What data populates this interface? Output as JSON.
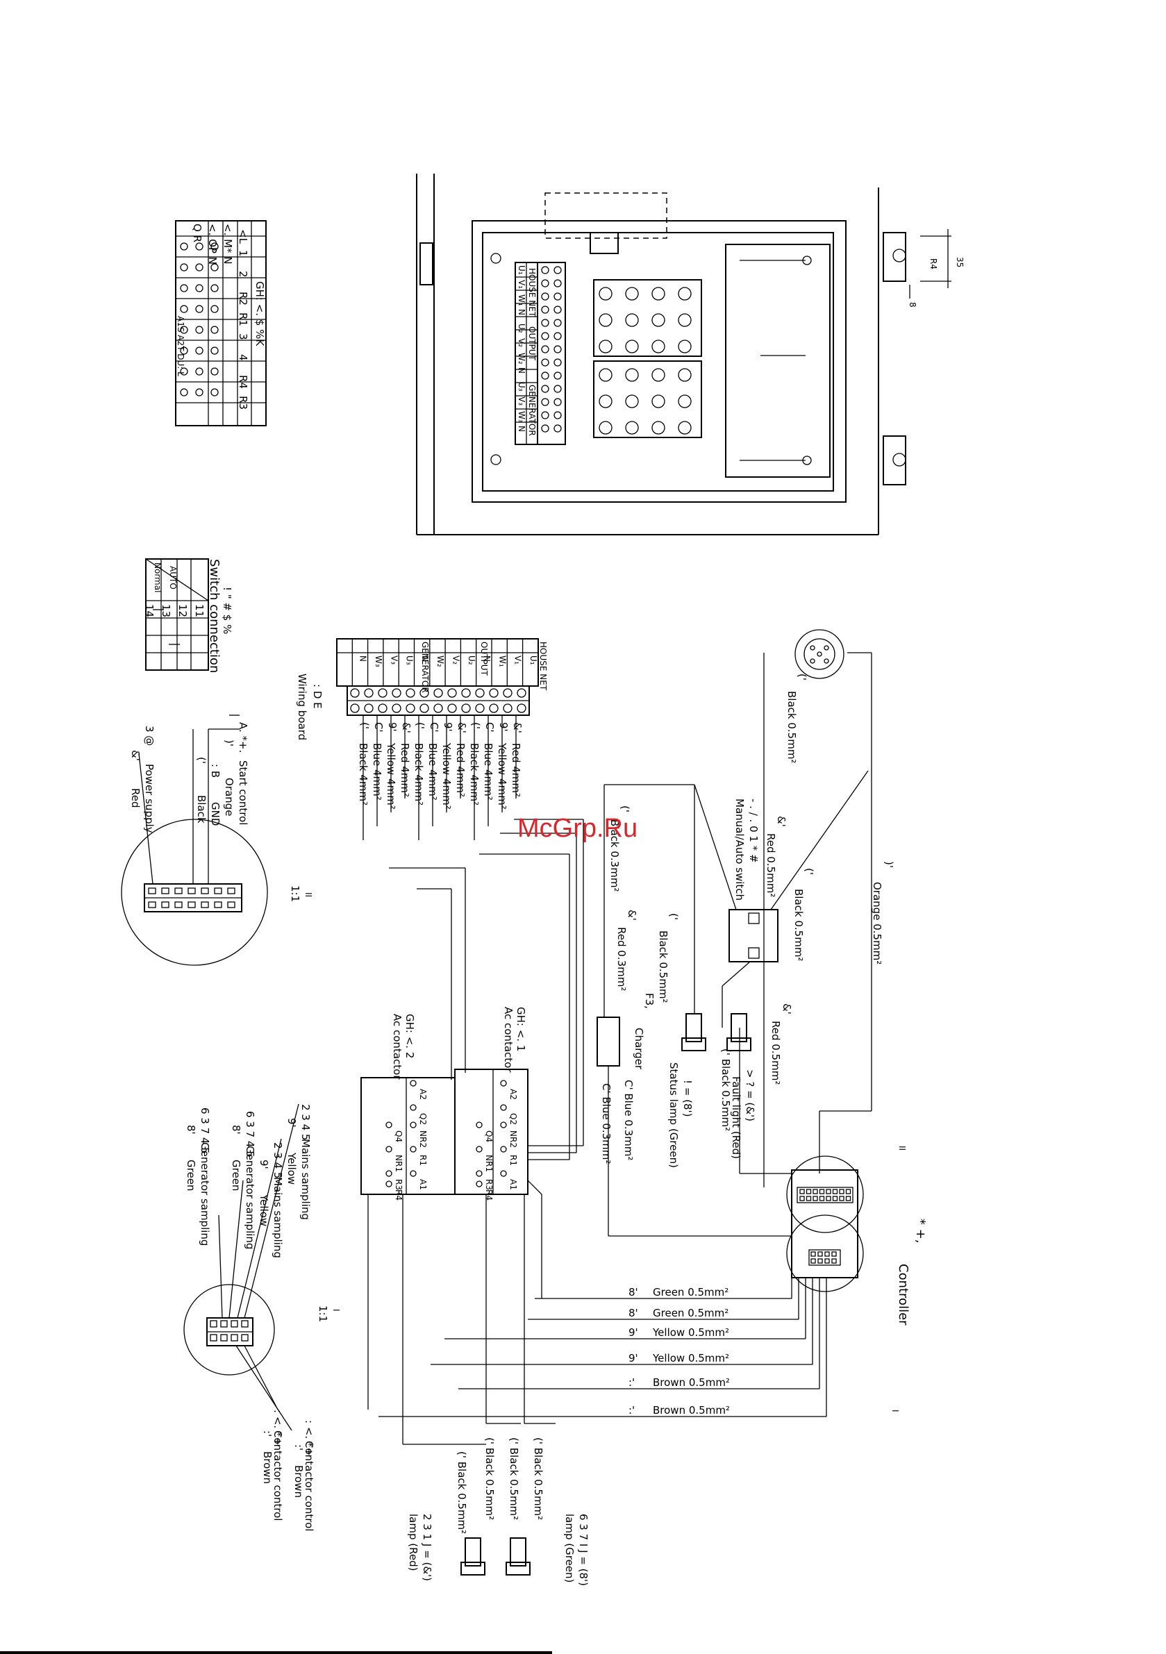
{
  "watermark": {
    "text": "McGrp.Ru",
    "color": "#d9262c"
  },
  "dimensions": {
    "d35": "35",
    "r4": "R4",
    "d8": "8"
  },
  "panel": {
    "terminal_groups": [
      "HOUSE NET",
      "OUTPUT",
      "GENERATOR"
    ],
    "terminal_labels": [
      "U₁",
      "V₁",
      "W₁",
      "N",
      "U₂",
      "V₂",
      "W₂",
      "N",
      "U₃",
      "V₃",
      "W₃",
      "N"
    ]
  },
  "switch_table": {
    "title": "GH: <. $ %K",
    "header": [
      "<L",
      "1",
      "2",
      "R2",
      "R1",
      "3",
      "4",
      "R4",
      "R3"
    ],
    "rows": [
      "<. M* N",
      "<. OP N",
      "Q R"
    ],
    "footer": "A1S A2T DU: L"
  },
  "switch_conn": {
    "title": "! \" # $ %",
    "subtitle": "Switch connection",
    "cols": [
      "11",
      "12",
      "13",
      "14"
    ],
    "rows": [
      "AUTO",
      "Normal"
    ]
  },
  "wiring_board": {
    "code": ": D E",
    "label": "Wiring board"
  },
  "wires_left": [
    {
      "code": "&'",
      "text": "Red 4mm²"
    },
    {
      "code": "9'",
      "text": "Yellow 4mm²"
    },
    {
      "code": "C'",
      "text": "Blue 4mm²"
    },
    {
      "code": "('",
      "text": "Black 4mm²"
    },
    {
      "code": "&'",
      "text": "Red 4mm²"
    },
    {
      "code": "9'",
      "text": "Yellow 4mm²"
    },
    {
      "code": "C'",
      "text": "Blue 4mm²"
    },
    {
      "code": "('",
      "text": "Black 4mm²"
    },
    {
      "code": "&'",
      "text": "Red 4mm²"
    },
    {
      "code": "9'",
      "text": "Yellow 4mm²"
    },
    {
      "code": "C'",
      "text": "Blue 4mm²"
    },
    {
      "code": "('",
      "text": "Black 4mm²"
    }
  ],
  "plug1": {
    "labels": [
      {
        "code": "A. *+.",
        "text": "Start control"
      },
      {
        "code": ")'",
        "text": "Orange"
      },
      {
        "code": ": B",
        "text": "GND"
      },
      {
        "code": "('",
        "text": "Black"
      },
      {
        "code": "3 @",
        "text": "Power supply"
      },
      {
        "code": "&'",
        "text": "Red"
      }
    ],
    "scale": "1:1"
  },
  "misc_wires": [
    {
      "code": "('",
      "text": "Black 0.5mm²"
    },
    {
      "code": "- . / . 0 1 * #",
      "text": "Manual/Auto switch"
    },
    {
      "code": "('",
      "text": "Black 0.3mm²"
    },
    {
      "code": "&'",
      "text": "Red 0.5mm²"
    },
    {
      "code": "('",
      "text": "Black 0.5mm²"
    },
    {
      "code": ")'",
      "text": "Orange 0.5mm²"
    },
    {
      "code": "&'",
      "text": "Red 0.3mm²"
    },
    {
      "code": "('",
      "text": "Black 0.5mm²"
    },
    {
      "code": "&'",
      "text": "Red 0.5mm²"
    }
  ],
  "charger": {
    "code": "F3,",
    "text": "Charger",
    "blue1": "C' Blue 0.3mm²",
    "blue2": "C' Blue 0.3mm²"
  },
  "status_lamp": {
    "code": "! = (8')",
    "text": "Status lamp (Green)"
  },
  "fault_light": {
    "code": "> ? = (&')",
    "text": "Fault light (Red)",
    "wire": "(' Black 0.5mm²"
  },
  "contactors": [
    {
      "code": "GH: <. 1",
      "text": "Ac contactor"
    },
    {
      "code": "GH: <. 2",
      "text": "Ac contactor"
    }
  ],
  "contactor_pins": [
    "A2",
    "Q2",
    "NR2",
    "Q4",
    "NR1",
    "R1",
    "A1",
    "R3",
    "R4"
  ],
  "controller": {
    "code": "* +,",
    "text": "Controller"
  },
  "right_wires": [
    {
      "code": "8'",
      "text": "Green 0.5mm²"
    },
    {
      "code": "8'",
      "text": "Green 0.5mm²"
    },
    {
      "code": "9'",
      "text": "Yellow 0.5mm²"
    },
    {
      "code": "9'",
      "text": "Yellow 0.5mm²"
    },
    {
      "code": ":'",
      "text": "Brown 0.5mm²"
    },
    {
      "code": ":'",
      "text": "Brown 0.5mm²"
    }
  ],
  "plug2": {
    "labels": [
      {
        "code": "2 3 4 5",
        "text": "Mains sampling"
      },
      {
        "code": "9'",
        "text": "Yellow"
      },
      {
        "code": "2 3 4 5",
        "text": "Mains sampling"
      },
      {
        "code": "9'",
        "text": "Yellow"
      },
      {
        "code": "6 3 7 4 5",
        "text": "Generator sampling"
      },
      {
        "code": "8'",
        "text": "Green"
      },
      {
        "code": "6 3 7 4 5",
        "text": "Generator sampling"
      },
      {
        "code": "8'",
        "text": "Green"
      }
    ],
    "scale": "1:1"
  },
  "contactor_ctrl": [
    {
      "code": ": <. *+",
      "text": "Contactor control"
    },
    {
      "code": ":'",
      "text": "Brown"
    },
    {
      "code": ": <. *+",
      "text": "Contactor control"
    },
    {
      "code": ":'",
      "text": "Brown"
    }
  ],
  "bottom_lamps": [
    {
      "wire": "(' Black 0.5mm²",
      "code": "6 3 7 I J = (8')",
      "text": "lamp (Green)"
    },
    {
      "wire": "(' Black 0.5mm²",
      "code": "",
      "text": ""
    },
    {
      "wire": "(' Black 0.5mm²",
      "code": "",
      "text": ""
    },
    {
      "wire": "(' Black 0.5mm²",
      "code": "2 3 1 J = (&')",
      "text": "lamp (Red)"
    }
  ],
  "marks": {
    "ii1": "II",
    "ii2": "II",
    "i1": "I",
    "i2": "I"
  }
}
